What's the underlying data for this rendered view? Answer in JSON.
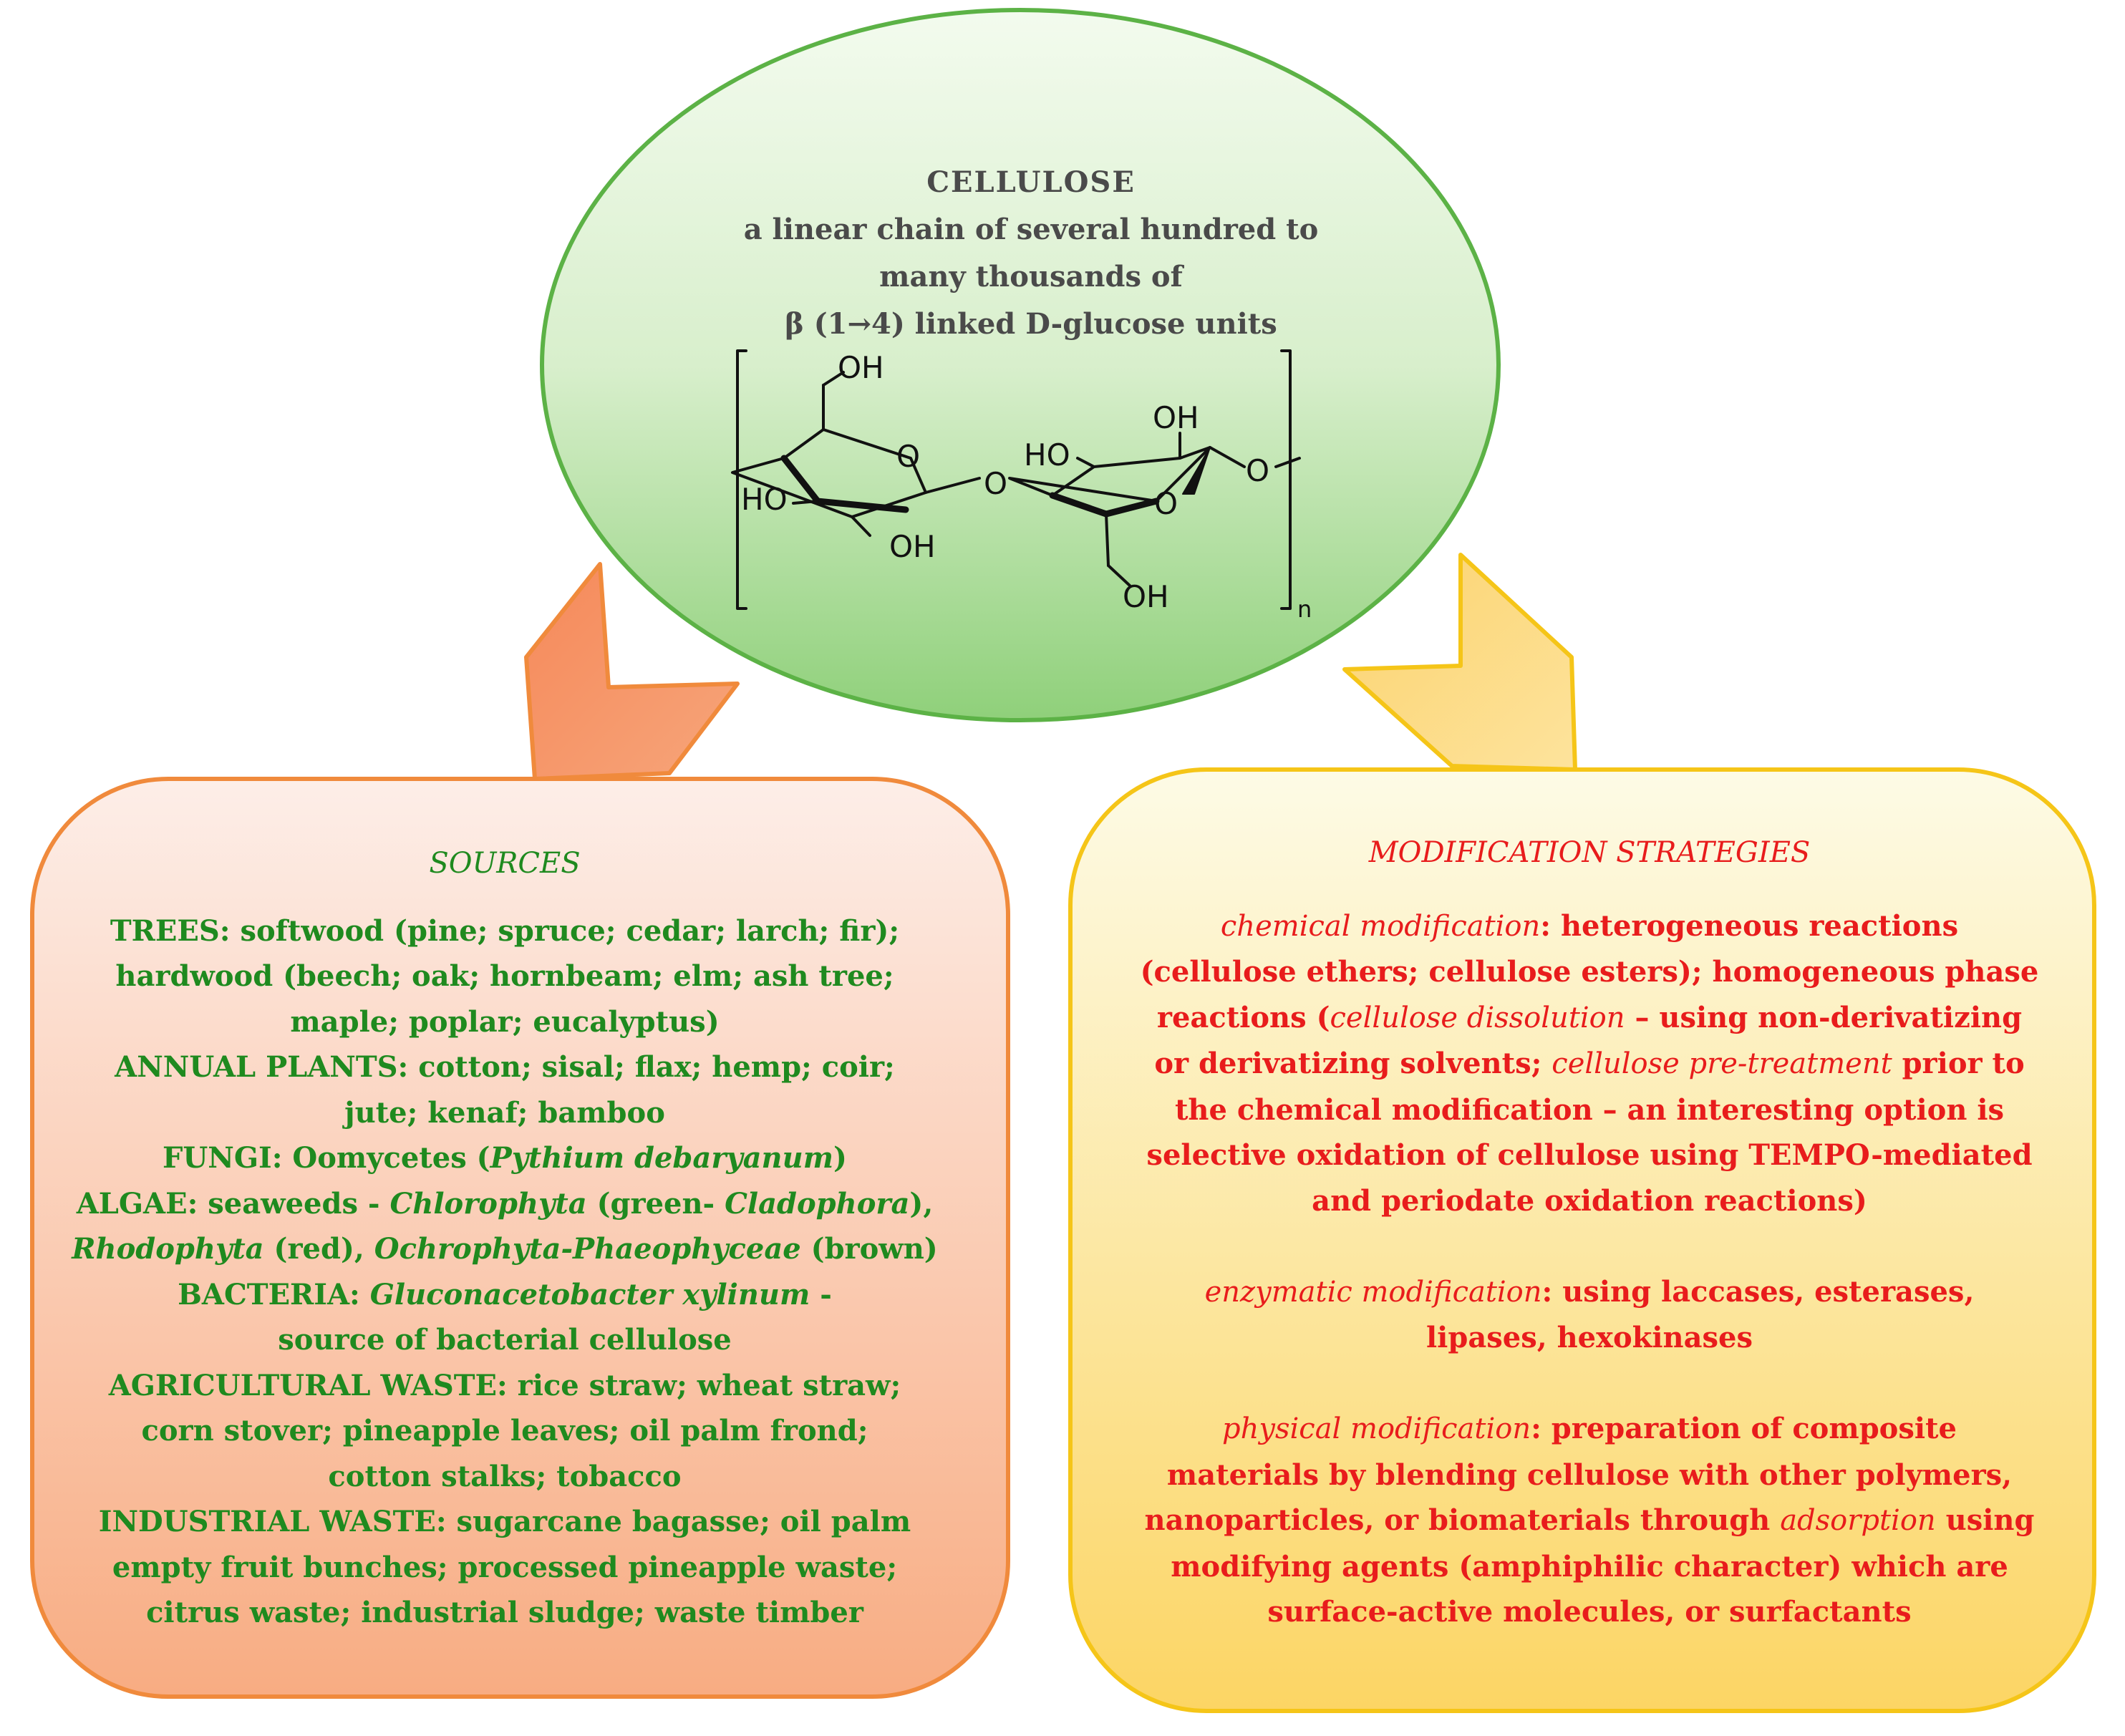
{
  "cellulose": {
    "title": "CELLULOSE",
    "description_lines": [
      "a linear chain of several hundred to",
      "many thousands of",
      "β (1→4) linked D-glucose units"
    ],
    "structure_labels": {
      "oh_top_left": "OH",
      "o_ring_left": "O",
      "ho_left": "HO",
      "oh_bottom_left": "OH",
      "o_bridge": "O",
      "ho_right": "HO",
      "oh_top_right": "OH",
      "o_ring_right": "O",
      "o_end": "O",
      "oh_bottom_right": "OH",
      "repeat_index": "n"
    }
  },
  "sources": {
    "title": "SOURCES",
    "l1": "TREES: softwood (pine; spruce; cedar; larch; fir);",
    "l2": "hardwood (beech; oak; hornbeam; elm; ash tree;",
    "l3": "maple; poplar; eucalyptus)",
    "l4": "ANNUAL PLANTS: cotton; sisal; flax; hemp; coir;",
    "l5": "jute; kenaf; bamboo",
    "l6a": "FUNGI: Oomycetes (",
    "l6b": "Pythium debaryanum",
    "l6c": ")",
    "l7a": "ALGAE: seaweeds - ",
    "l7b": "Chlorophyta",
    "l7c": " (green- ",
    "l7d": "Cladophora",
    "l7e": "),",
    "l8a": "Rhodophyta",
    "l8b": " (red), ",
    "l8c": "Ochrophyta-Phaeophyceae",
    "l8d": " (brown)",
    "l9a": "BACTERIA: ",
    "l9b": "Gluconacetobacter xylinum",
    "l9c": " -",
    "l10": "source of bacterial cellulose",
    "l11": "AGRICULTURAL WASTE: rice straw; wheat straw;",
    "l12": "corn stover; pineapple leaves; oil palm frond;",
    "l13": "cotton stalks; tobacco",
    "l14": "INDUSTRIAL WASTE: sugarcane bagasse; oil palm",
    "l15": "empty fruit bunches; processed pineapple waste;",
    "l16": "citrus waste; industrial sludge; waste timber"
  },
  "modification": {
    "title": "MODIFICATION STRATEGIES",
    "c1a": "chemical modification",
    "c1b": ": heterogeneous reactions",
    "c2": "(cellulose ethers; cellulose esters); homogeneous phase",
    "c3a": "reactions (",
    "c3b": "cellulose dissolution",
    "c3c": " – using non-derivatizing",
    "c4a": "or derivatizing solvents; ",
    "c4b": "cellulose pre-treatment",
    "c4c": " prior to",
    "c5": "the chemical modification – an interesting option is",
    "c6": "selective oxidation of cellulose using TEMPO-mediated",
    "c7": "and periodate oxidation reactions)",
    "e1a": "enzymatic modification",
    "e1b": ": using laccases, esterases,",
    "e2": "lipases, hexokinases",
    "p1a": "physical modification",
    "p1b": ": preparation of composite",
    "p2": "materials by blending cellulose with other polymers,",
    "p3a": "nanoparticles, or biomaterials through ",
    "p3b": "adsorption",
    "p3c": " using",
    "p4": "modifying agents (amphiphilic character) which are",
    "p5": "surface-active molecules, or surfactants"
  },
  "colors": {
    "ellipse_border": "#5cb246",
    "sources_border": "#f08a3c",
    "sources_text": "#1f8a1f",
    "modification_border": "#f5c518",
    "modification_text": "#e81c1c",
    "heading_text": "#4a4a4a"
  }
}
